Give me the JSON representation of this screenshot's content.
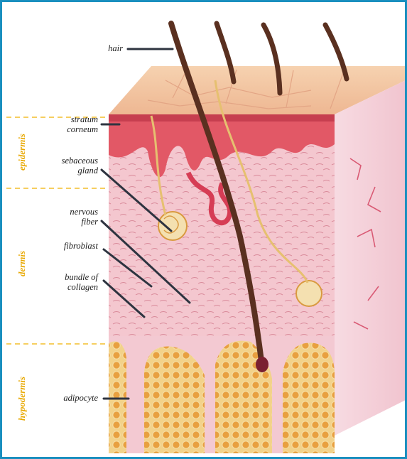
{
  "labels": {
    "hair": "hair",
    "stratum_1": "stratum",
    "stratum_2": "corneum",
    "sebaceous_1": "sebaceous",
    "sebaceous_2": "gland",
    "nervous_1": "nervous",
    "nervous_2": "fiber",
    "fibroblast": "fibroblast",
    "collagen_1": "bundle of",
    "collagen_2": "collagen",
    "adipocyte": "adipocyte"
  },
  "layers": {
    "epidermis": "epidermis",
    "dermis": "dermis",
    "hypodermis": "hypodermis"
  },
  "colors": {
    "frame": "#1a8fbf",
    "layer_text": "#e8a800",
    "divider": "#f0b000",
    "epidermis": "#e25866",
    "dermis": "#f4c7cf",
    "fat": "#e8a040",
    "hair": "#5a3020"
  }
}
